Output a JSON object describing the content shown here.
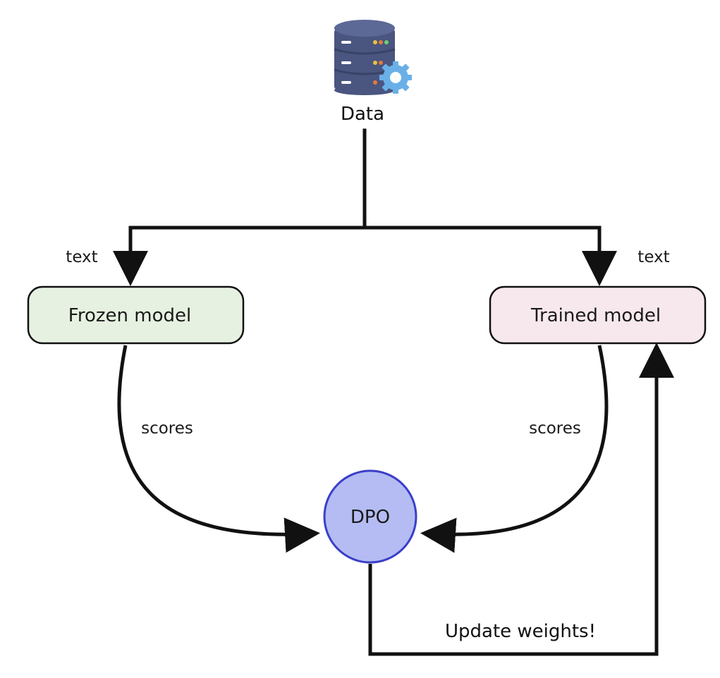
{
  "data_source": {
    "label": "Data",
    "icon": "database-gear-icon"
  },
  "nodes": {
    "frozen_model": {
      "label": "Frozen model"
    },
    "trained_model": {
      "label": "Trained model"
    },
    "dpo": {
      "label": "DPO"
    }
  },
  "edges": {
    "to_frozen_label": "text",
    "to_trained_label": "text",
    "frozen_to_dpo_label": "scores",
    "trained_to_dpo_label": "scores",
    "update_label": "Update weights!"
  },
  "colors": {
    "accent_text": "#a33a2f",
    "frozen_fill": "#e7f1e1",
    "trained_fill": "#f7e8ee",
    "dpo_fill": "#b4bcf3",
    "dpo_stroke": "#3b3fc8",
    "line": "#111111",
    "db_body": "#4a5580",
    "db_top": "#5c6896",
    "gear": "#6ab0e8"
  }
}
